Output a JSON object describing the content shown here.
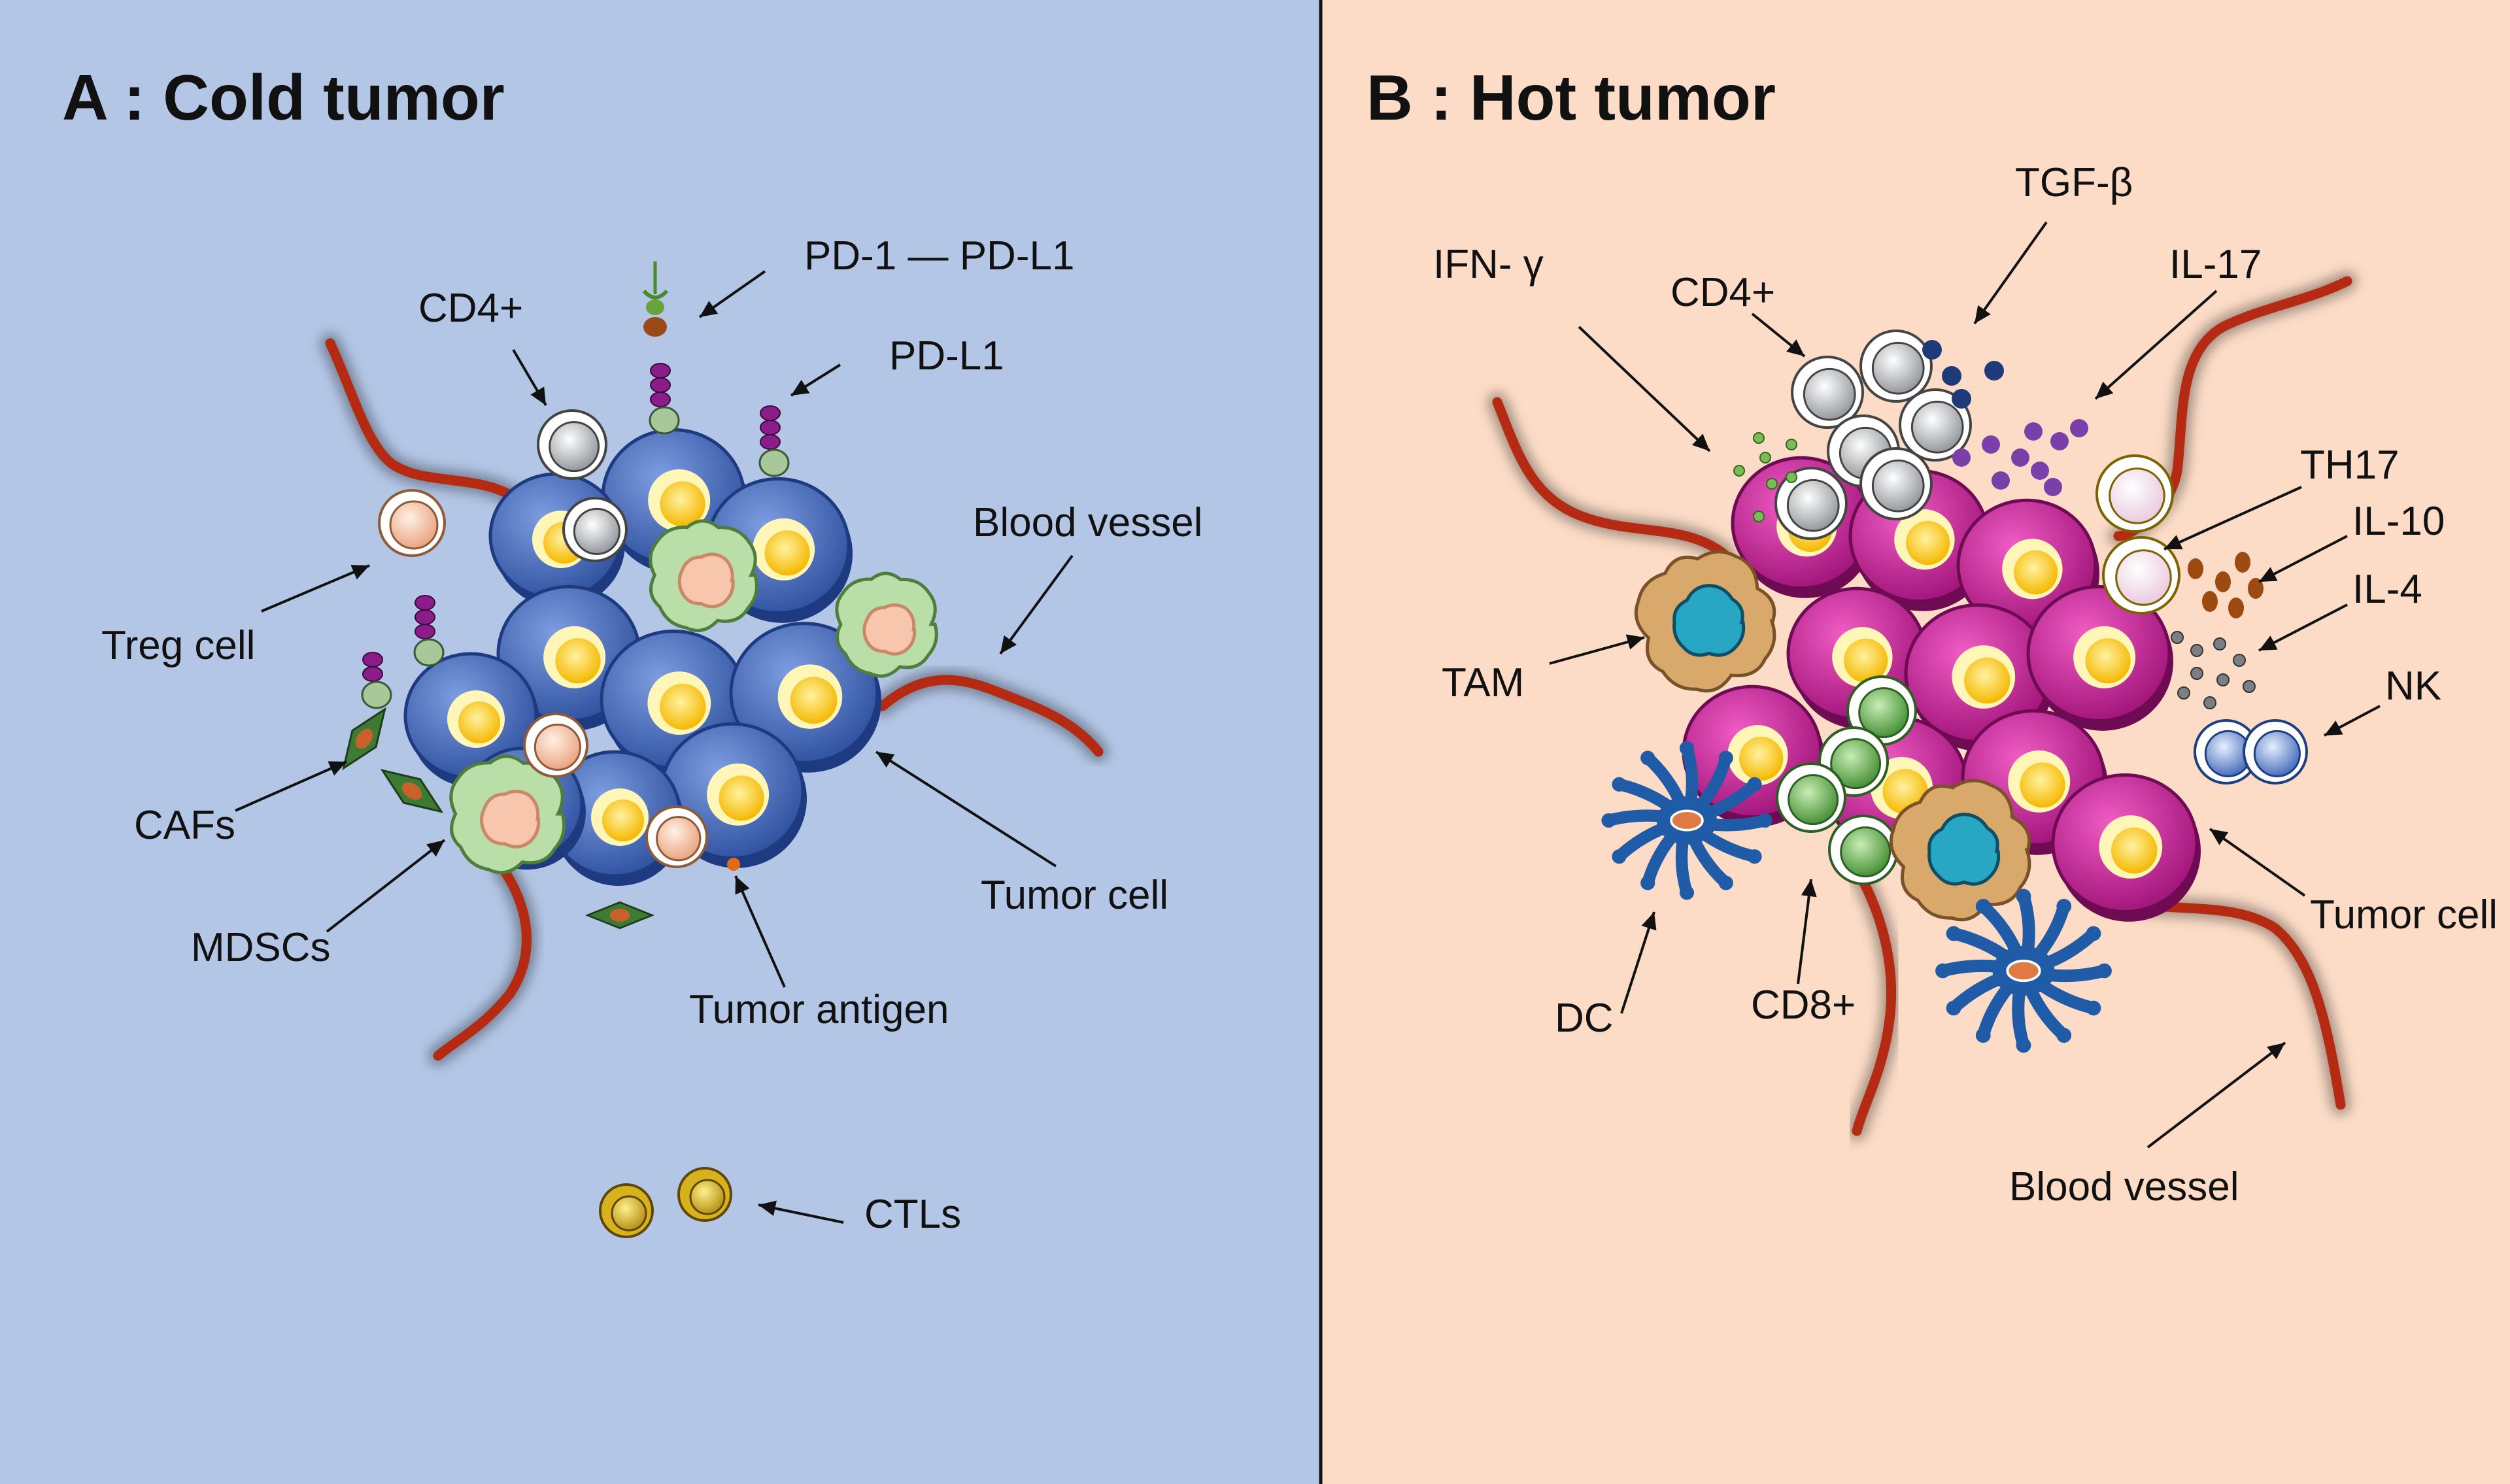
{
  "colors": {
    "cold_background": "#b3c6e6",
    "hot_background": "#fcdcc7",
    "divider": "#111111",
    "vessel": "#b52a12",
    "tumor_cell_cold": "#4a6fc4",
    "tumor_cell_hot": "#d6279f",
    "nucleus": "#ffd21f",
    "tcell_grey": "#9ea2a6",
    "ctl": "#d8b21c",
    "mdsc": "#b9dea8",
    "treg": "#f5c8a8",
    "caf": "#3d7a34",
    "cd8": "#6fb55c",
    "dc": "#1f5ba6",
    "tam": "#d9a96b",
    "nk": "#7097d6",
    "th17": "#f4e6f0"
  },
  "panel_a": {
    "title": "A : Cold tumor",
    "labels": {
      "pd1_pdl1": "PD-1 — PD-L1",
      "cd4": "CD4+",
      "pdl1": "PD-L1",
      "blood_vessel": "Blood vessel",
      "treg": "Treg cell",
      "cafs": "CAFs",
      "mdscs": "MDSCs",
      "tumor_cell": "Tumor cell",
      "tumor_antigen": "Tumor antigen",
      "ctls": "CTLs"
    }
  },
  "panel_b": {
    "title": "B : Hot tumor",
    "labels": {
      "tgfb": "TGF-β",
      "ifng": "IFN- γ",
      "cd4": "CD4+",
      "il17": "IL-17",
      "th17": "TH17",
      "il10": "IL-10",
      "il4": "IL-4",
      "tam": "TAM",
      "nk": "NK",
      "tumor_cell": "Tumor cell",
      "dc": "DC",
      "cd8": "CD8+",
      "blood_vessel": "Blood vessel"
    }
  }
}
